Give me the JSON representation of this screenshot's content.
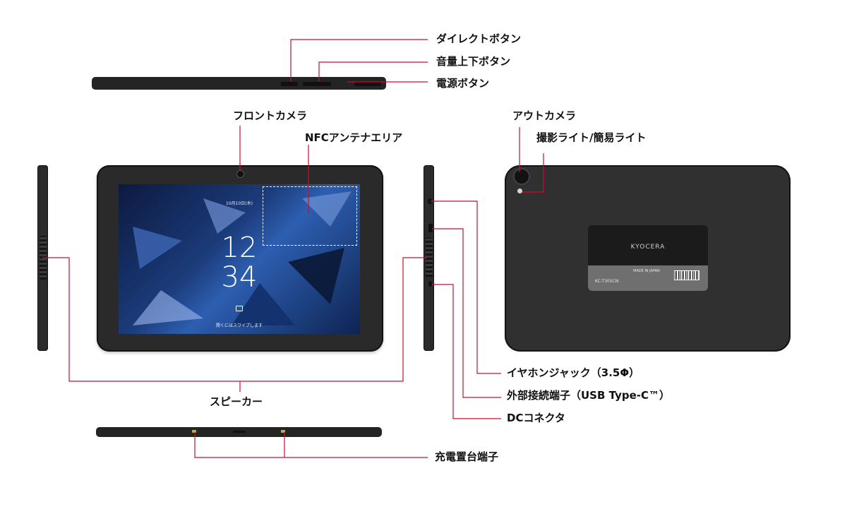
{
  "labels": {
    "direct_button": "ダイレクトボタン",
    "volume_button": "音量上下ボタン",
    "power_button": "電源ボタン",
    "front_camera": "フロントカメラ",
    "nfc_area": "NFCアンテナエリア",
    "out_camera": "アウトカメラ",
    "light": "撮影ライト/簡易ライト",
    "earphone": "イヤホンジャック（3.5Φ）",
    "usb": "外部接続端子（USB Type-C™）",
    "dc": "DCコネクタ",
    "speaker": "スピーカー",
    "charging": "充電置台端子"
  },
  "screen": {
    "date": "10月10日(木)",
    "time_hour": "12",
    "time_min": "34",
    "unlock_hint": "開くにはスワイプします"
  },
  "back": {
    "logo": "KYOCERA",
    "model": "KC-T305CN",
    "madein": "MADE IN JAPAN"
  },
  "colors": {
    "leader": "#c8102e"
  }
}
